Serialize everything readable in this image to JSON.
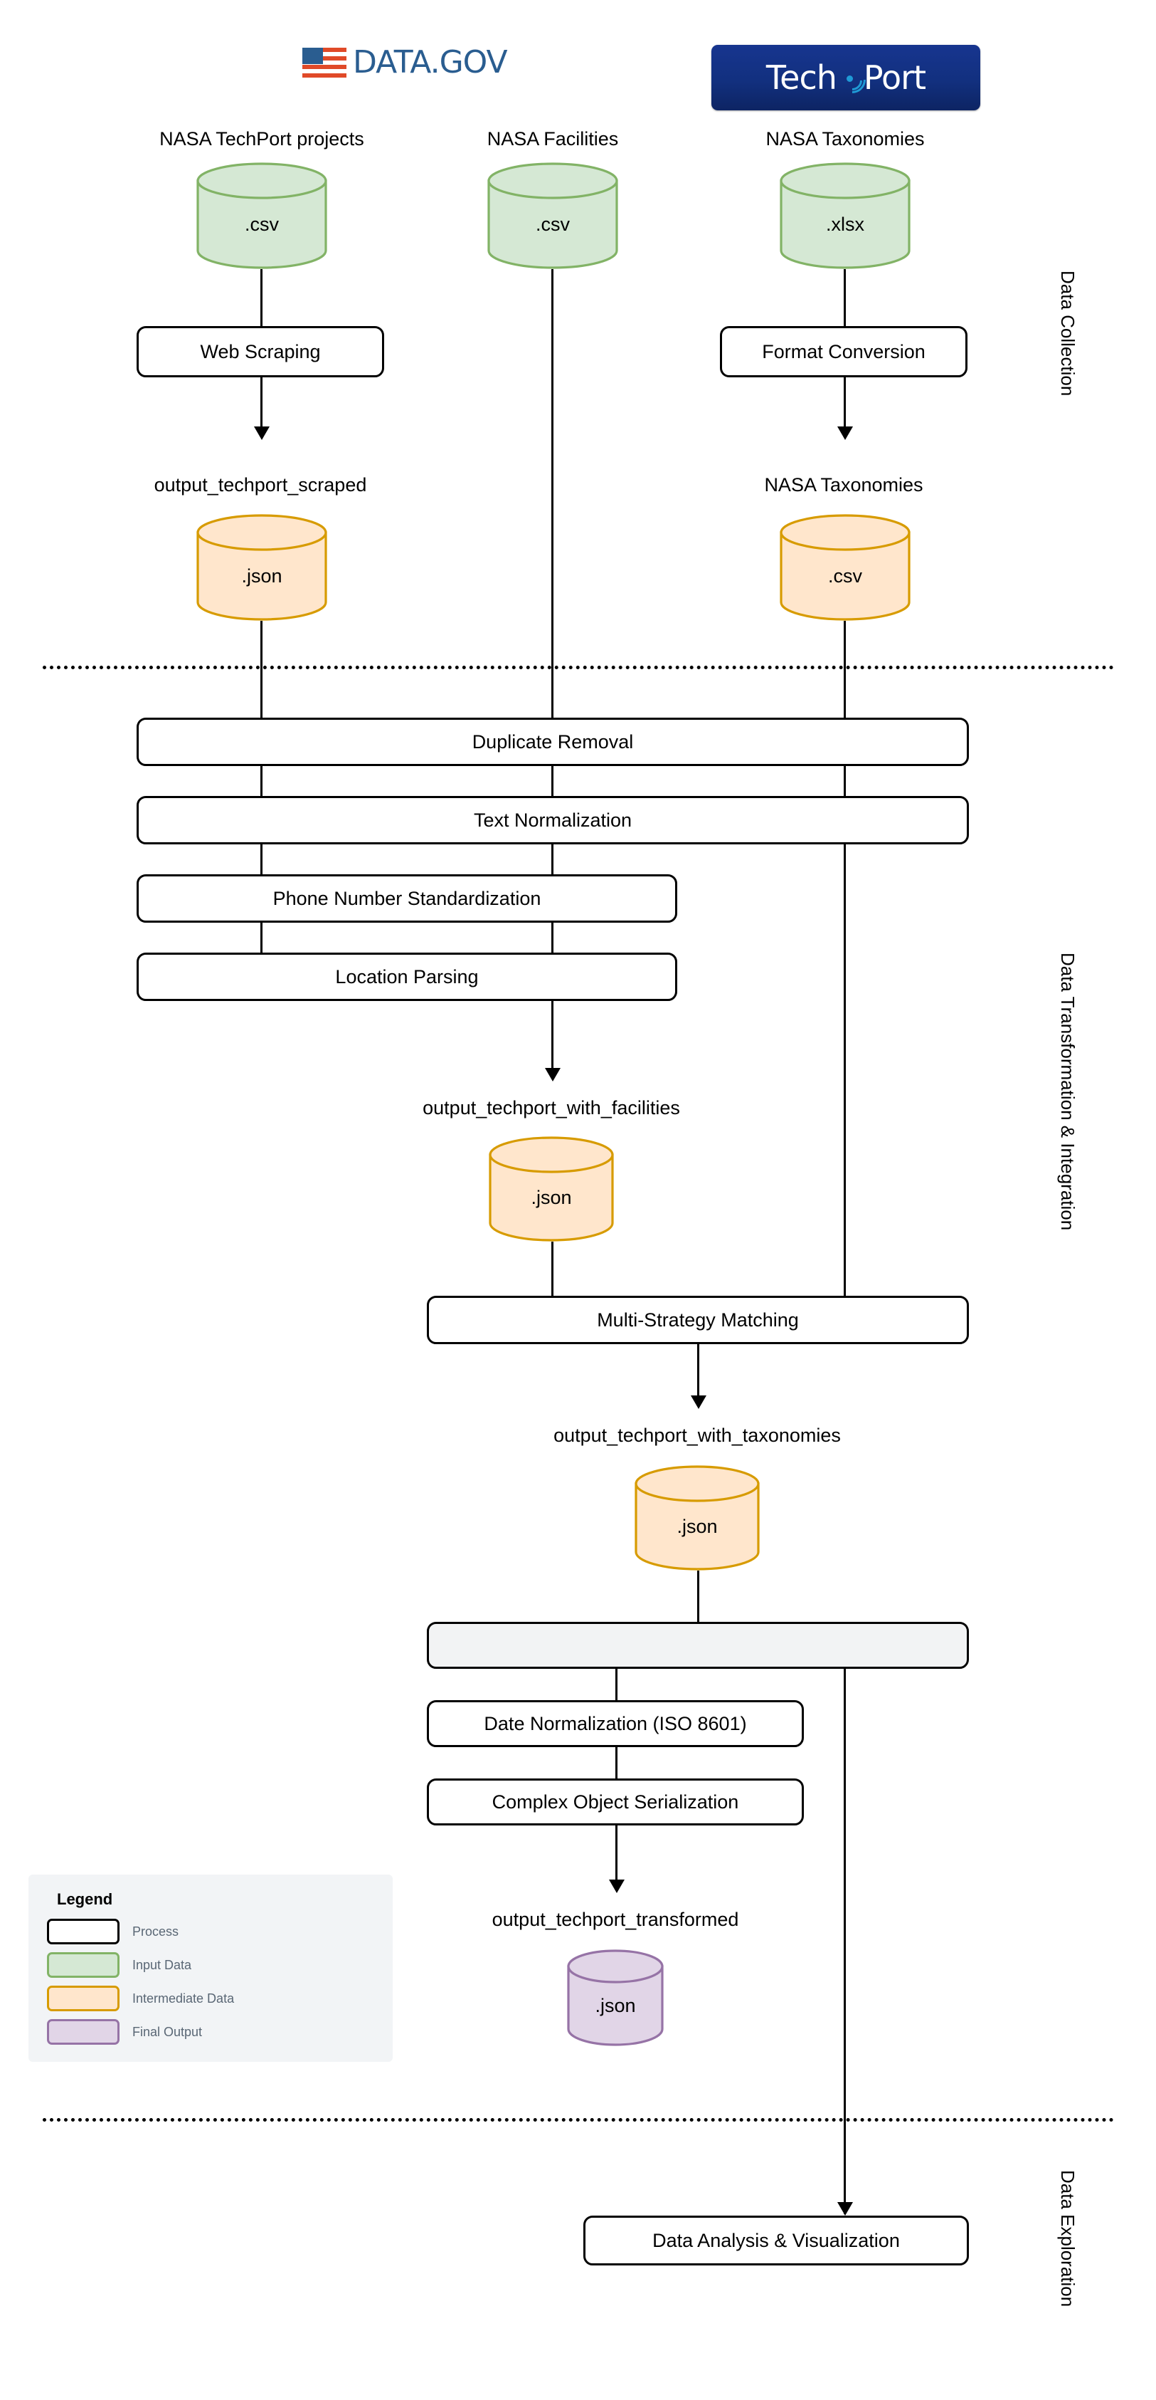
{
  "logos": {
    "datagov": {
      "name": "DATA.GOV",
      "text": "DATA.GOV",
      "icon": "us-flag-icon",
      "color": "#2a5d90"
    },
    "techport": {
      "name": "TechPort",
      "text_left": "Tech",
      "text_right": "Port",
      "icon": "wifi-signal-icon",
      "bg": "#12307f"
    }
  },
  "phases": [
    {
      "label": "Data Collection"
    },
    {
      "label": "Data Transformation & Integration"
    },
    {
      "label": "Data Exploration"
    }
  ],
  "sources": [
    {
      "title": "NASA TechPort projects",
      "format": ".csv"
    },
    {
      "title": "NASA Facilities",
      "format": ".csv"
    },
    {
      "title": "NASA Taxonomies",
      "format": ".xlsx"
    }
  ],
  "collection_processes": [
    {
      "label": "Web Scraping"
    },
    {
      "label": "Format Conversion"
    }
  ],
  "collection_outputs": [
    {
      "title": "output_techport_scraped",
      "format": ".json"
    },
    {
      "title": "NASA Taxonomies",
      "format": ".csv"
    }
  ],
  "transform_processes": [
    {
      "label": "Duplicate Removal"
    },
    {
      "label": "Text Normalization"
    },
    {
      "label": "Phone Number Standardization"
    },
    {
      "label": "Location Parsing"
    }
  ],
  "intermediate_facilities": {
    "title": "output_techport_with_facilities",
    "format": ".json"
  },
  "matching_process": {
    "label": "Multi-Strategy Matching"
  },
  "intermediate_taxonomies": {
    "title": "output_techport_with_taxonomies",
    "format": ".json"
  },
  "serialization_processes": [
    {
      "label": ""
    },
    {
      "label": "Date Normalization (ISO 8601)"
    },
    {
      "label": "Complex Object Serialization"
    }
  ],
  "final_output": {
    "title": "output_techport_transformed",
    "format": ".json"
  },
  "exploration_process": {
    "label": "Data Analysis & Visualization"
  },
  "legend": {
    "title": "Legend",
    "items": [
      {
        "label": "Process",
        "fill": "#ffffff",
        "stroke": "#000000"
      },
      {
        "label": "Input Data",
        "fill": "#d5e8d4",
        "stroke": "#82b366"
      },
      {
        "label": "Intermediate Data",
        "fill": "#ffe6cc",
        "stroke": "#d79b00"
      },
      {
        "label": "Final Output",
        "fill": "#e1d5e7",
        "stroke": "#9673a6"
      }
    ]
  },
  "colors": {
    "input_fill": "#d5e8d4",
    "input_stroke": "#82b366",
    "intermediate_fill": "#ffe6cc",
    "intermediate_stroke": "#d79b00",
    "final_fill": "#e1d5e7",
    "final_stroke": "#9673a6",
    "process_stroke": "#000000",
    "gray_fill": "#f2f3f4"
  }
}
